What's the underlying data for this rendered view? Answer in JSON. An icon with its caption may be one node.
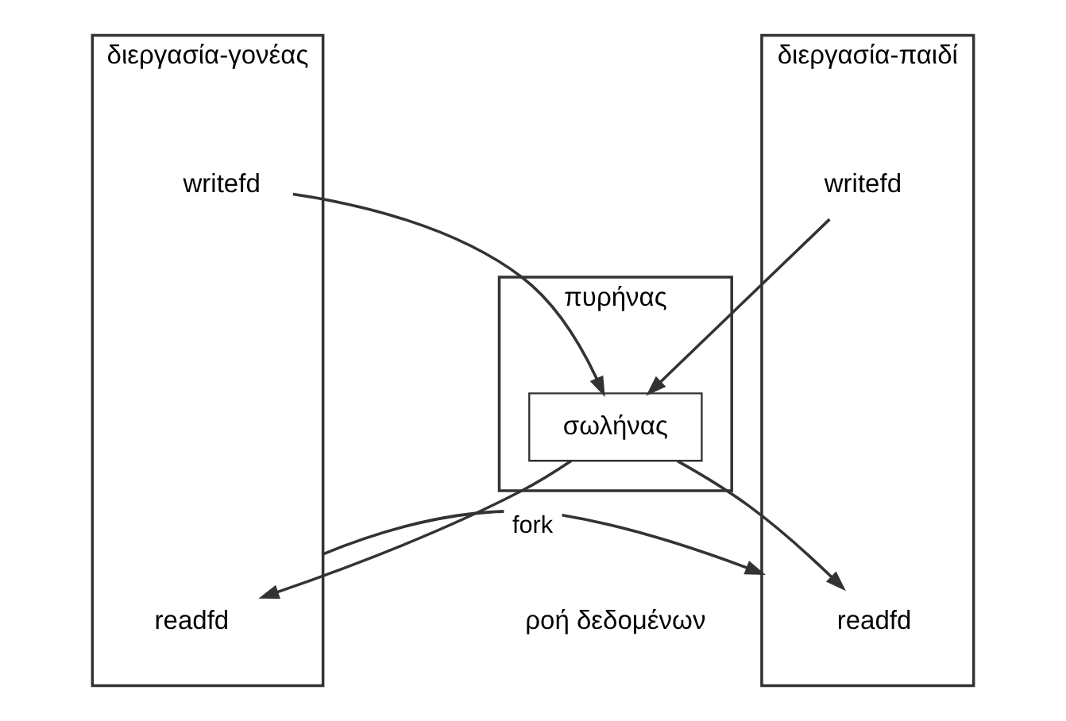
{
  "diagram": {
    "nodes": [
      {
        "text": [
          "διεργασία-γονέας"
        ]
      },
      {
        "text": [
          "readfd"
        ],
        "in": 0
      },
      {
        "text": [
          "writefd"
        ],
        "in": 0
      },
      {
        "text": [
          "διεργασία-παιδί"
        ]
      },
      {
        "text": [
          "readfd"
        ],
        "in": 3
      },
      {
        "text": [
          "writefd"
        ],
        "in": 3
      },
      {
        "text": [
          "πυρήνας"
        ]
      },
      {
        "text": [
          "σωλήνας"
        ],
        "in": 6
      }
    ],
    "edges": [
      {
        "from": 0,
        "to": 3,
        "arrow": "to",
        "label": "fork"
      },
      {
        "from": 2,
        "to": 7,
        "arrow": "to"
      },
      {
        "from": 5,
        "to": 7,
        "arrow": "to"
      },
      {
        "from": 7,
        "to": 1,
        "arrow": "to"
      },
      {
        "from": 7,
        "to": 4,
        "arrow": "to"
      }
    ],
    "labels": [
      "ροή δεδομένων"
    ]
  }
}
